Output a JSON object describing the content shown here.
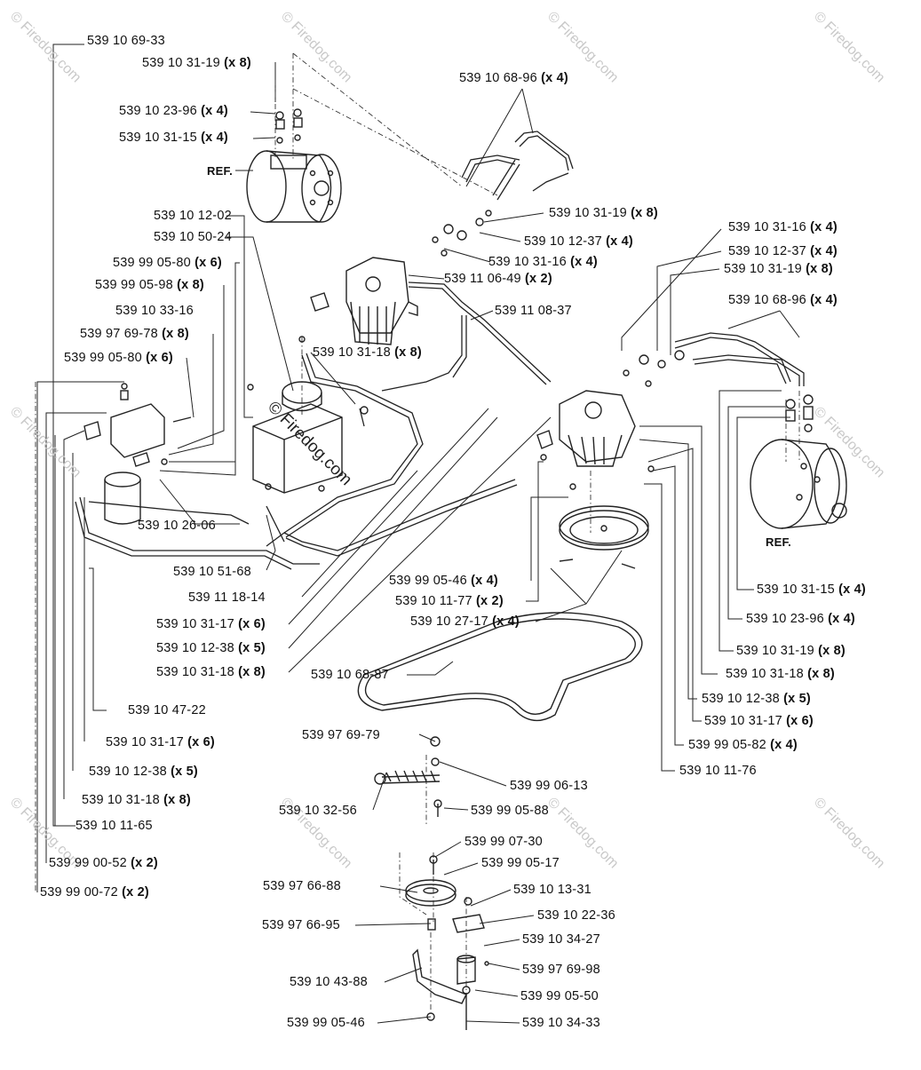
{
  "watermark": "© Firedog.com",
  "reference_label": "REF.",
  "callouts": [
    {
      "part_no": "539 10 69-33",
      "qty": ""
    },
    {
      "part_no": "539 10 31-19",
      "qty": "(x 8)"
    },
    {
      "part_no": "539 10 23-96",
      "qty": "(x 4)"
    },
    {
      "part_no": "539 10 31-15",
      "qty": "(x 4)"
    },
    {
      "part_no": "539 10 12-02",
      "qty": ""
    },
    {
      "part_no": "539 10 50-24",
      "qty": ""
    },
    {
      "part_no": "539 99 05-80",
      "qty": "(x 6)"
    },
    {
      "part_no": "539 99 05-98",
      "qty": "(x 8)"
    },
    {
      "part_no": "539 10 33-16",
      "qty": ""
    },
    {
      "part_no": "539 97 69-78",
      "qty": "(x 8)"
    },
    {
      "part_no": "539 99 05-80",
      "qty": "(x 6)"
    },
    {
      "part_no": "539 10 26-06",
      "qty": ""
    },
    {
      "part_no": "539 10 51-68",
      "qty": ""
    },
    {
      "part_no": "539 11 18-14",
      "qty": ""
    },
    {
      "part_no": "539 10 31-17",
      "qty": "(x 6)"
    },
    {
      "part_no": "539 10 12-38",
      "qty": "(x 5)"
    },
    {
      "part_no": "539 10 31-18",
      "qty": "(x 8)"
    },
    {
      "part_no": "539 10 47-22",
      "qty": ""
    },
    {
      "part_no": "539 10 31-17",
      "qty": "(x 6)"
    },
    {
      "part_no": "539 10 12-38",
      "qty": "(x 5)"
    },
    {
      "part_no": "539 10 31-18",
      "qty": "(x 8)"
    },
    {
      "part_no": "539 10 11-65",
      "qty": ""
    },
    {
      "part_no": "539 99 00-52",
      "qty": "(x 2)"
    },
    {
      "part_no": "539 99 00-72",
      "qty": "(x 2)"
    },
    {
      "part_no": "539 10 68-96",
      "qty": "(x 4)"
    },
    {
      "part_no": "539 10 31-19",
      "qty": "(x 8)"
    },
    {
      "part_no": "539 10 12-37",
      "qty": "(x 4)"
    },
    {
      "part_no": "539 10 31-16",
      "qty": "(x 4)"
    },
    {
      "part_no": "539 11 06-49",
      "qty": "(x 2)"
    },
    {
      "part_no": "539 11 08-37",
      "qty": ""
    },
    {
      "part_no": "539 10 31-18",
      "qty": "(x 8)"
    },
    {
      "part_no": "539 10 31-16",
      "qty": "(x 4)"
    },
    {
      "part_no": "539 10 12-37",
      "qty": "(x 4)"
    },
    {
      "part_no": "539 10 31-19",
      "qty": "(x 8)"
    },
    {
      "part_no": "539 10 68-96",
      "qty": "(x 4)"
    },
    {
      "part_no": "539 99 05-46",
      "qty": "(x 4)"
    },
    {
      "part_no": "539 10 11-77",
      "qty": "(x 2)"
    },
    {
      "part_no": "539 10 27-17",
      "qty": "(x 4)"
    },
    {
      "part_no": "539 10 31-15",
      "qty": "(x 4)"
    },
    {
      "part_no": "539 10 23-96",
      "qty": "(x 4)"
    },
    {
      "part_no": "539 10 31-19",
      "qty": "(x 8)"
    },
    {
      "part_no": "539 10 31-18",
      "qty": "(x 8)"
    },
    {
      "part_no": "539 10 12-38",
      "qty": "(x 5)"
    },
    {
      "part_no": "539 10 31-17",
      "qty": "(x 6)"
    },
    {
      "part_no": "539 99 05-82",
      "qty": "(x 4)"
    },
    {
      "part_no": "539 10 11-76",
      "qty": ""
    },
    {
      "part_no": "539 10 68-87",
      "qty": ""
    },
    {
      "part_no": "539 97 69-79",
      "qty": ""
    },
    {
      "part_no": "539 99 06-13",
      "qty": ""
    },
    {
      "part_no": "539 10 32-56",
      "qty": ""
    },
    {
      "part_no": "539 99 05-88",
      "qty": ""
    },
    {
      "part_no": "539 99 07-30",
      "qty": ""
    },
    {
      "part_no": "539 99 05-17",
      "qty": ""
    },
    {
      "part_no": "539 97 66-88",
      "qty": ""
    },
    {
      "part_no": "539 10 13-31",
      "qty": ""
    },
    {
      "part_no": "539 10 22-36",
      "qty": ""
    },
    {
      "part_no": "539 97 66-95",
      "qty": ""
    },
    {
      "part_no": "539 10 34-27",
      "qty": ""
    },
    {
      "part_no": "539 97 69-98",
      "qty": ""
    },
    {
      "part_no": "539 10 43-88",
      "qty": ""
    },
    {
      "part_no": "539 99 05-50",
      "qty": ""
    },
    {
      "part_no": "539 99 05-46",
      "qty": ""
    },
    {
      "part_no": "539 10 34-33",
      "qty": ""
    }
  ]
}
